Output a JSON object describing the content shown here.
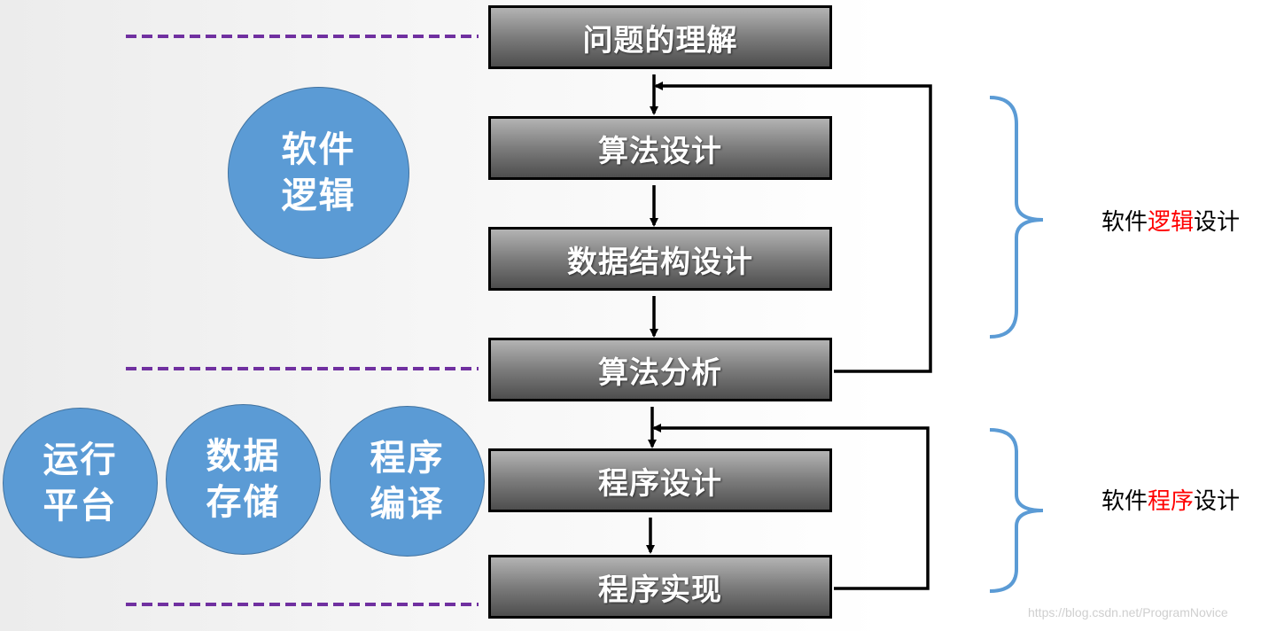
{
  "flow_steps": [
    {
      "label": "问题的理解"
    },
    {
      "label": "算法设计"
    },
    {
      "label": "数据结构设计"
    },
    {
      "label": "算法分析"
    },
    {
      "label": "程序设计"
    },
    {
      "label": "程序实现"
    }
  ],
  "circles": {
    "software_logic": {
      "line1": "软件",
      "line2": "逻辑"
    },
    "runtime_platform": {
      "line1": "运行",
      "line2": "平台"
    },
    "data_storage": {
      "line1": "数据",
      "line2": "存储"
    },
    "program_compile": {
      "line1": "程序",
      "line2": "编译"
    }
  },
  "side_labels": {
    "logic_design": {
      "prefix": "软件",
      "highlight": "逻辑",
      "suffix": "设计"
    },
    "program_design": {
      "prefix": "软件",
      "highlight": "程序",
      "suffix": "设计"
    }
  },
  "watermark": "https://blog.csdn.net/ProgramNovice",
  "colors": {
    "circle_fill": "#5b9bd5",
    "dashed_line": "#7030a0",
    "brace": "#5b9bd5",
    "highlight_text": "#ff0000"
  }
}
